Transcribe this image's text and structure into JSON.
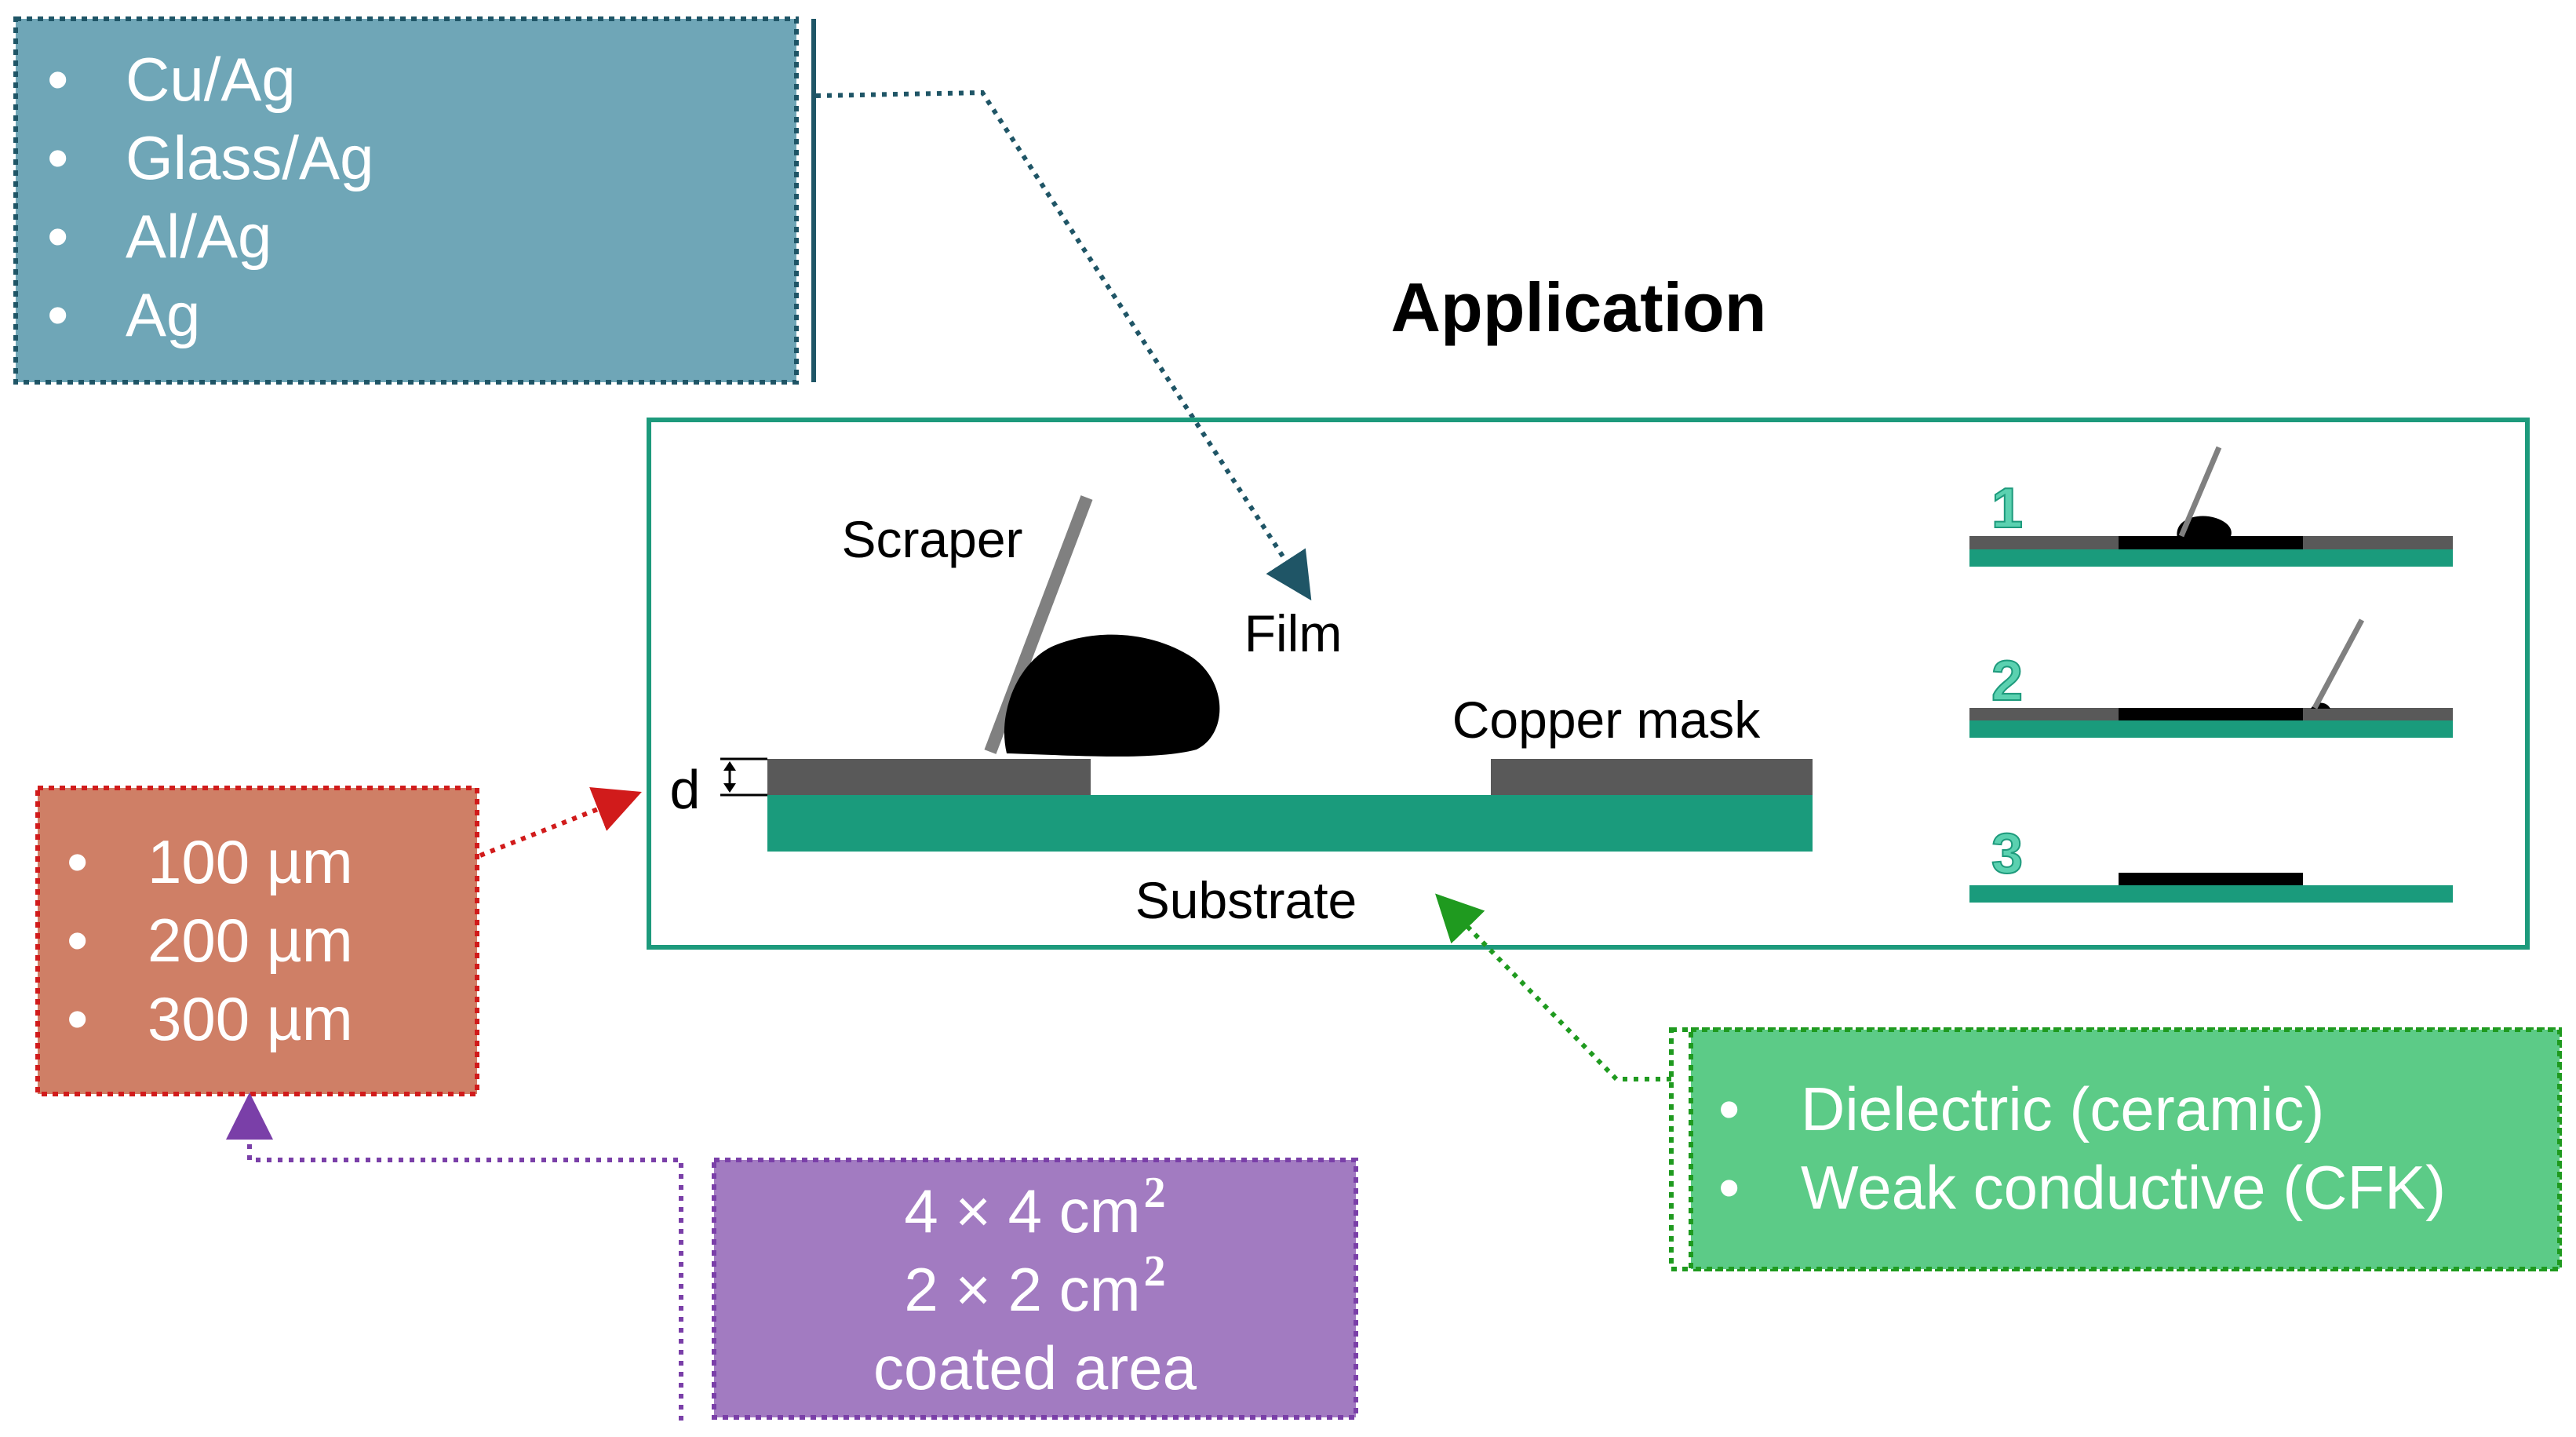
{
  "title": "Application",
  "films": [
    "Cu/Ag",
    "Glass/Ag",
    "Al/Ag",
    "Ag"
  ],
  "thicknesses": [
    "100 µm",
    "200 µm",
    "300 µm"
  ],
  "areas": {
    "line1_base": "4 × 4 cm",
    "line2_base": "2 × 2 cm",
    "exponent": "2",
    "line3": "coated area"
  },
  "substrates": [
    "Dielectric (ceramic)",
    "Weak conductive (CFK)"
  ],
  "labels": {
    "scraper": "Scraper",
    "film": "Film",
    "copper_mask": "Copper mask",
    "substrate": "Substrate",
    "gap": "d"
  },
  "steps": [
    "1",
    "2",
    "3"
  ],
  "bullet": "•",
  "colors": {
    "film_box": "#6fa6b7",
    "film_border": "#1f5566",
    "thickness_box": "#cf7f66",
    "thickness_border": "#d11b1b",
    "area_box": "#a27bc1",
    "area_border": "#7a3fa8",
    "substrate_box": "#5ccb87",
    "substrate_border": "#1f9a1f",
    "diagram_frame": "#1d9a7c",
    "substrate_layer": "#1a9b7c",
    "mask": "#595959",
    "scraper": "#808080",
    "paste": "#000000",
    "step_number": "#5bd1b0"
  }
}
